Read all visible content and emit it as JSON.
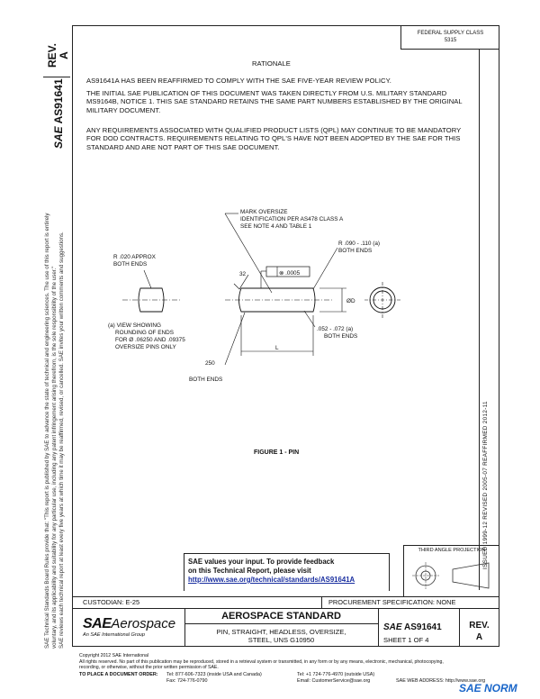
{
  "top_right_box": [
    "FEDERAL SUPPLY CLASS",
    "5315"
  ],
  "left_strip": {
    "rev_title": "REV.",
    "rev_value": "A",
    "doc_number": "AS91641",
    "sae_mark": "SAE",
    "side_note_lines": [
      "SAE Technical Standards Board Rules provide that: \"This report is published by SAE to advance the state of technical and engineering sciences. The use of this report is entirely",
      "voluntary, and its applicability and suitability for any particular use, including any patent infringement arising therefrom, is the sole responsibility of the user.\"",
      "SAE reviews each technical report at least every five years at which time it may be reaffirmed, revised, or cancelled. SAE invites your written comments and suggestions."
    ]
  },
  "rationale": {
    "heading": "RATIONALE",
    "text": "AS91641A HAS BEEN REAFFIRMED TO COMPLY WITH THE SAE FIVE-YEAR REVIEW POLICY."
  },
  "paragraphs": [
    "THE INITIAL SAE PUBLICATION OF THIS DOCUMENT WAS TAKEN DIRECTLY FROM U.S. MILITARY STANDARD MS9164B, NOTICE 1. THIS SAE STANDARD RETAINS THE SAME PART NUMBERS ESTABLISHED BY THE ORIGINAL MILITARY DOCUMENT.",
    "ANY REQUIREMENTS ASSOCIATED WITH QUALIFIED PRODUCT LISTS (QPL) MAY CONTINUE TO BE MANDATORY FOR DOD CONTRACTS. REQUIREMENTS RELATING TO QPL'S HAVE NOT BEEN ADOPTED BY THE SAE FOR THIS STANDARD AND ARE NOT PART OF THIS SAE DOCUMENT."
  ],
  "drawing": {
    "mark_oversize": [
      "MARK OVERSIZE",
      "IDENTIFICATION PER AS478 CLASS A",
      "SEE NOTE 4 AND TABLE 1"
    ],
    "r_090": [
      "R .090 - .110 (a)",
      "BOTH ENDS"
    ],
    "r_020": [
      "R .020 APPROX",
      "BOTH ENDS"
    ],
    "finish": "32",
    "tolerance": "⊗ .0005",
    "diameter": "ØD",
    "chamfer": [
      ".052 - .072 (a)",
      "BOTH ENDS"
    ],
    "view_note": [
      "(a) VIEW SHOWING",
      "ROUNDING OF ENDS",
      "FOR Ø .06250 AND .09375",
      "OVERSIZE PINS ONLY"
    ],
    "length": "L",
    "angle": [
      "250",
      "BOTH ENDS"
    ],
    "figure_caption": "FIGURE 1 - PIN"
  },
  "right_strip": {
    "dates": "ISSUED 1999-12    REVISED 2005-07    REAFFIRMED 2012-11"
  },
  "feedback": {
    "line1": "SAE values your input. To provide feedback",
    "line2": "on this Technical Report, please visit",
    "url": "http://www.sae.org/technical/standards/AS91641A"
  },
  "third_angle": "THIRD ANGLE PROJECTION",
  "custodian": "CUSTODIAN: E-25",
  "procurement": "PROCUREMENT SPECIFICATION: NONE",
  "title_block": {
    "logo_main": "SAE",
    "logo_suffix": "Aerospace",
    "logo_sub": "An SAE International Group",
    "standard_title": "AEROSPACE STANDARD",
    "description": [
      "PIN, STRAIGHT, HEADLESS, OVERSIZE,",
      "STEEL, UNS G10950"
    ],
    "doc_mark": "SAE",
    "doc_number": "AS91641",
    "sheet": "SHEET 1 OF 4",
    "rev_label": "REV.",
    "rev_value": "A"
  },
  "footer": {
    "copyright": "Copyright 2012 SAE International",
    "rights": "All rights reserved. No part of this publication may be reproduced, stored in a retrieval system or transmitted, in any form or by any means, electronic, mechanical, photocopying,",
    "rights2": "recording, or otherwise, without the prior written permission of SAE.",
    "order_label": "TO PLACE A DOCUMENT ORDER:",
    "tel1": "Tel: 877-606-7323 (inside USA and Canada)",
    "tel2": "Tel: +1 724-776-4970 (outside USA)",
    "fax": "Fax: 724-776-0790",
    "email": "Email: CustomerService@sae.org",
    "web": "SAE WEB ADDRESS: http://www.sae.org"
  },
  "watermark": "SAE NORM"
}
